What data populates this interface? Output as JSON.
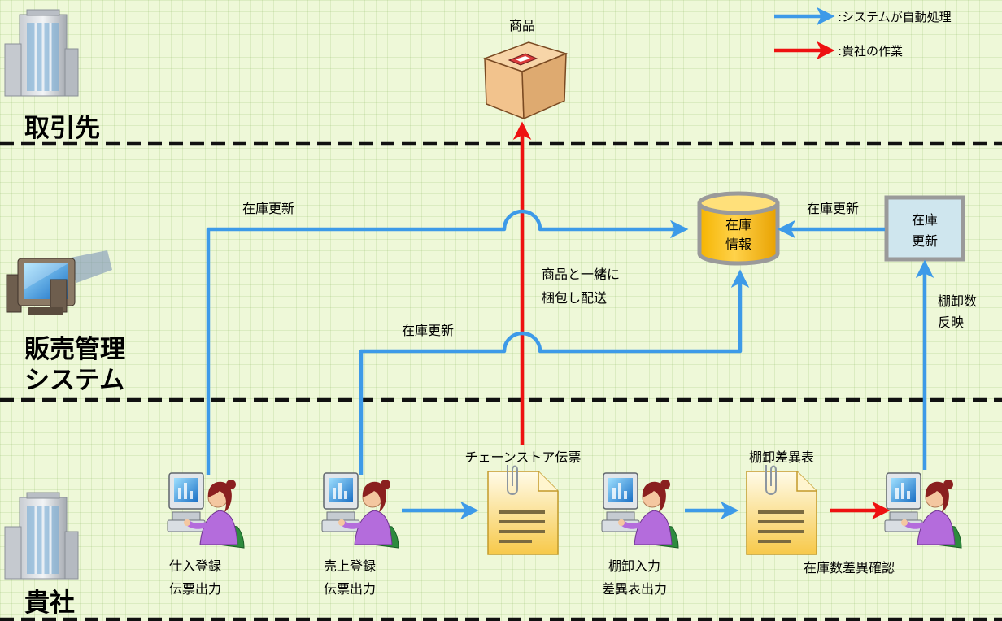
{
  "zones": {
    "partner": "取引先",
    "system_line1": "販売管理",
    "system_line2": "システム",
    "company": "貴社"
  },
  "legend": {
    "system_auto": ":システムが自動処理",
    "company_work": ":貴社の作業",
    "colors": {
      "system_auto": "#3d9ae8",
      "company_work": "#ee1111"
    }
  },
  "nodes": {
    "product": "商品",
    "inventory_db": [
      "在庫",
      "情報"
    ],
    "inventory_update_box": [
      "在庫",
      "更新"
    ],
    "chain_store_slip": "チェーンストア伝票",
    "stocktake_diff_sheet": "棚卸差異表"
  },
  "flow_labels": {
    "update_from_purchase": "在庫更新",
    "update_from_sales": "在庫更新",
    "update_to_db": "在庫更新",
    "pack_with_product": [
      "商品と一緒に",
      "梱包し配送"
    ],
    "stocktake_reflect": [
      "棚卸数",
      "反映"
    ]
  },
  "workers": {
    "purchase": [
      "仕入登録",
      "伝票出力"
    ],
    "sales": [
      "売上登録",
      "伝票出力"
    ],
    "stocktake": [
      "棚卸入力",
      "差異表出力"
    ],
    "verify": [
      "在庫数差異確認"
    ]
  },
  "icons": [
    "office-building-icon",
    "computer-icon",
    "cardboard-box-icon",
    "database-icon",
    "document-icon",
    "worker-at-pc-icon"
  ]
}
